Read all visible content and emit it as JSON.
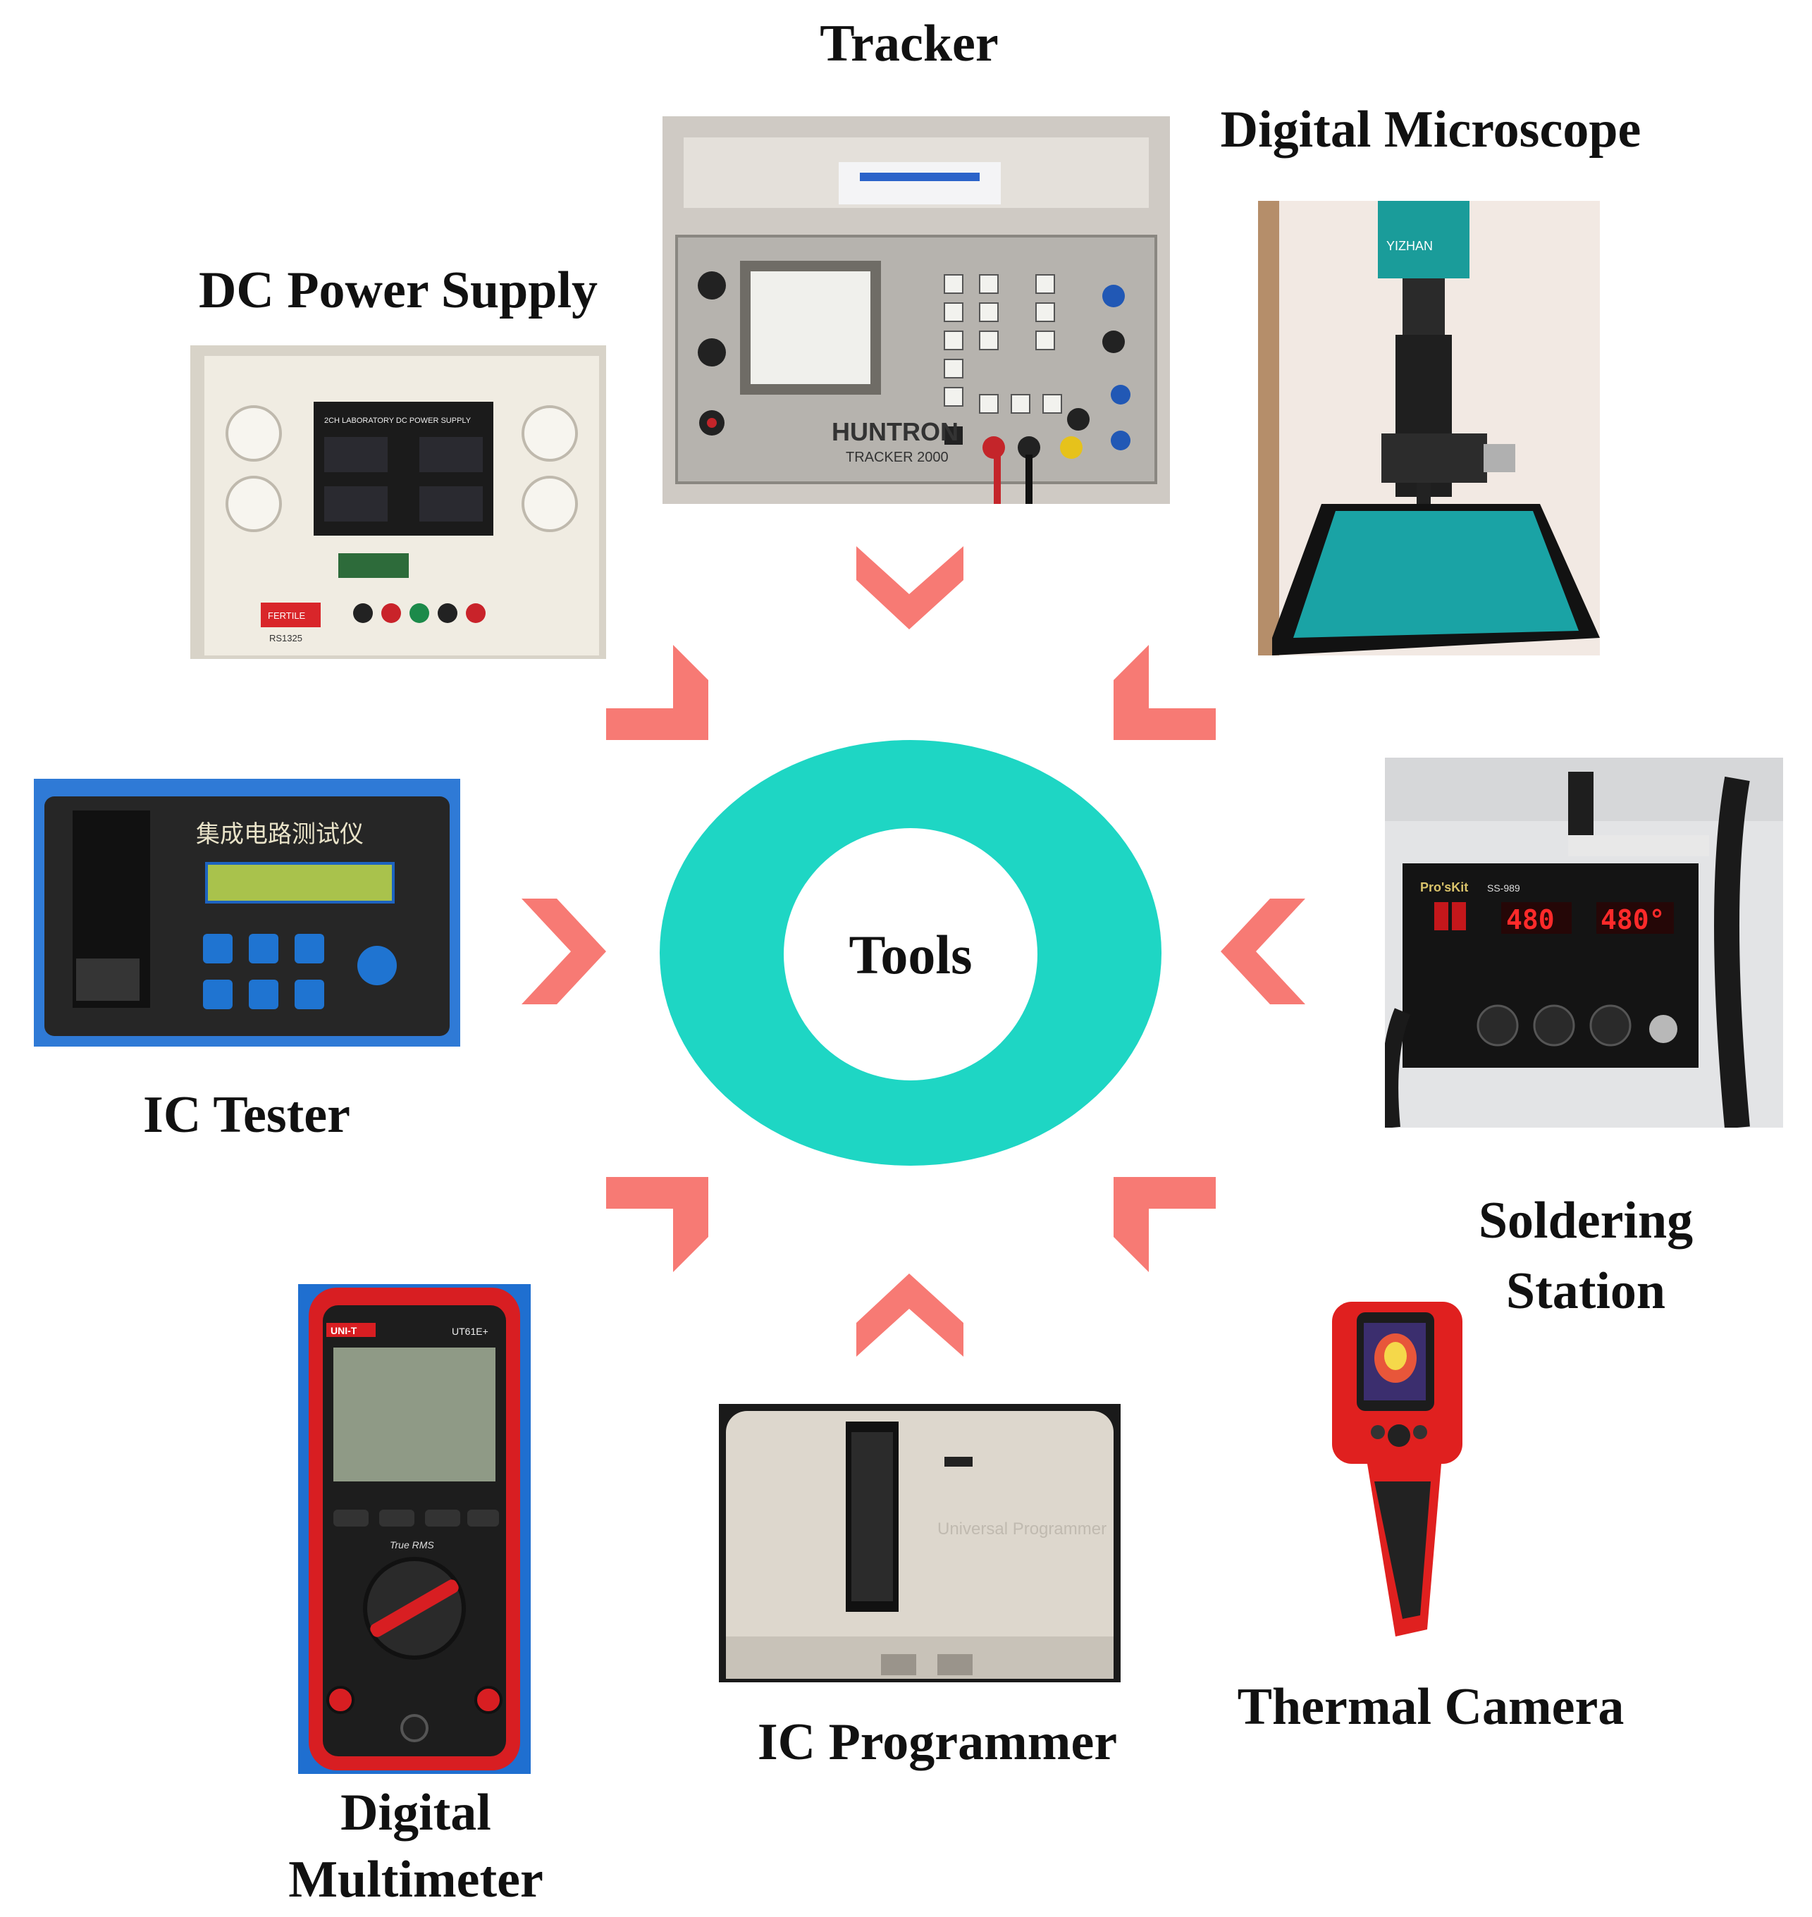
{
  "center": {
    "label": "Tools",
    "ring_color": "#1ED6C4"
  },
  "arrow_color": "#F77A74",
  "tools": {
    "tracker": {
      "label": "Tracker",
      "brand": "HUNTRON",
      "model": "TRACKER 2000"
    },
    "digital_microscope": {
      "label": "Digital Microscope",
      "brand": "YIZHAN"
    },
    "dc_power_supply": {
      "label": "DC Power Supply",
      "panel": "2CH LABORATORY DC POWER SUPPLY",
      "brand": "FERTILE",
      "model": "RS1325"
    },
    "ic_tester": {
      "label": "IC Tester",
      "title_cn": "集成电路测试仪"
    },
    "soldering_station": {
      "label_line1": "Soldering",
      "label_line2": "Station",
      "brand": "Pro'sKit",
      "model": "SS-989",
      "display_left": "480",
      "display_right": "480°"
    },
    "thermal_camera": {
      "label": "Thermal Camera"
    },
    "ic_programmer": {
      "label": "IC Programmer",
      "caption": "Universal Programmer"
    },
    "digital_multimeter": {
      "label_line1": "Digital",
      "label_line2": "Multimeter",
      "brand": "UNI-T",
      "model": "UT61E+",
      "mode": "True RMS"
    }
  }
}
